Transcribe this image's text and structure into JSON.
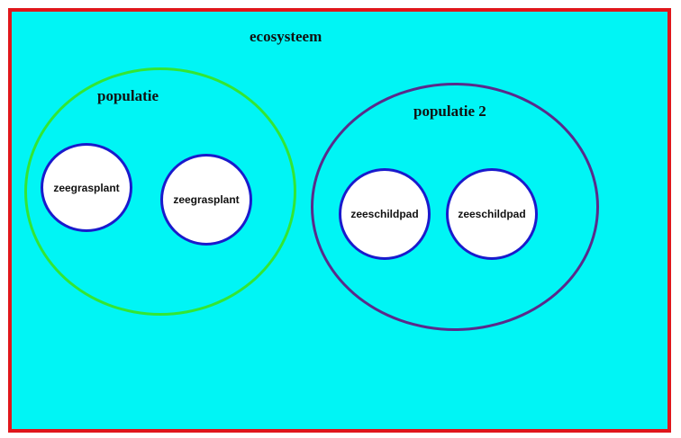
{
  "ecosystem": {
    "title": "ecosysteem"
  },
  "populations": [
    {
      "label": "populatie",
      "members": [
        "zeegrasplant",
        "zeegrasplant"
      ]
    },
    {
      "label": "populatie 2",
      "members": [
        "zeeschildpad",
        "zeeschildpad"
      ]
    }
  ],
  "colors": {
    "ecosystem_fill": "#00f5f5",
    "ecosystem_border": "#e0161b",
    "population_1_border": "#33e633",
    "population_2_border": "#5a2a8a",
    "organism_border": "#1a1acc",
    "organism_fill": "#ffffff"
  }
}
